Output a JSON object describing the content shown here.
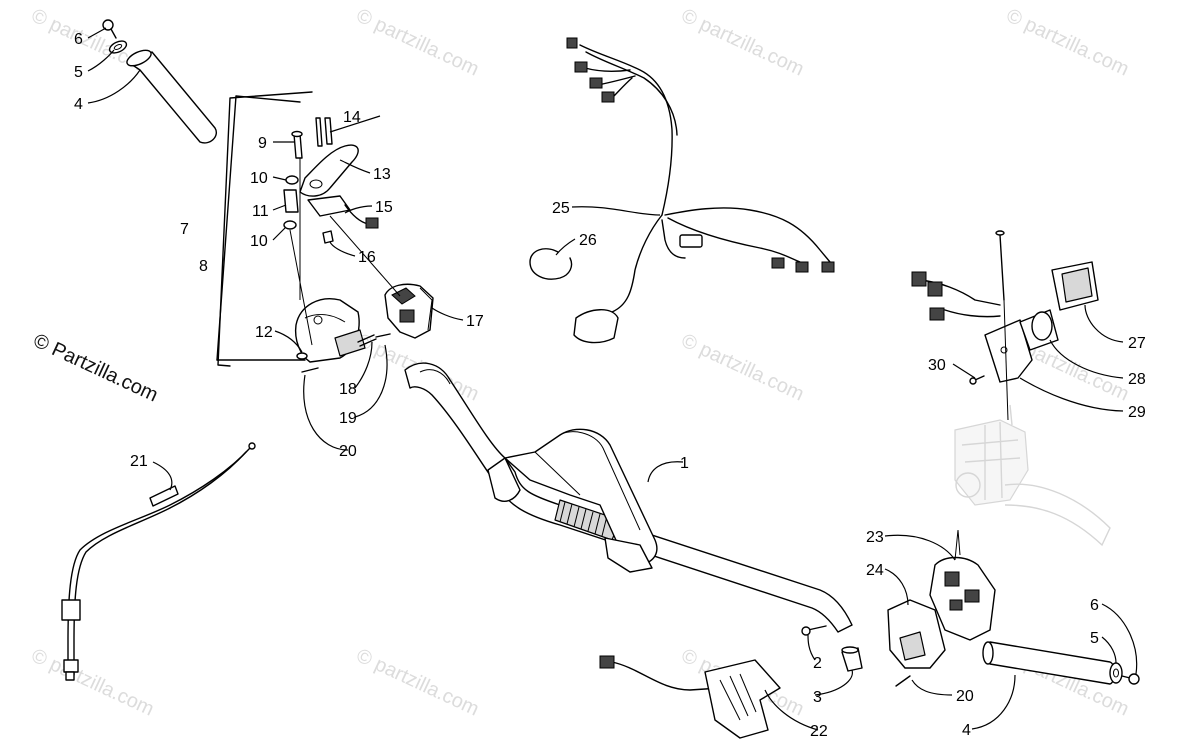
{
  "watermark": {
    "text": "© Partzilla.com",
    "tile_text": "© partzilla.com"
  },
  "callouts": {
    "c1": "1",
    "c2": "2",
    "c3": "3",
    "c4a": "4",
    "c4b": "4",
    "c5a": "5",
    "c5b": "5",
    "c6a": "6",
    "c6b": "6",
    "c7": "7",
    "c8": "8",
    "c9": "9",
    "c10a": "10",
    "c10b": "10",
    "c11": "11",
    "c12": "12",
    "c13": "13",
    "c14": "14",
    "c15": "15",
    "c16": "16",
    "c17": "17",
    "c18": "18",
    "c19": "19",
    "c20a": "20",
    "c20b": "20",
    "c21": "21",
    "c22": "22",
    "c23": "23",
    "c24": "24",
    "c25": "25",
    "c26": "26",
    "c27": "27",
    "c28": "28",
    "c29": "29",
    "c30": "30"
  }
}
